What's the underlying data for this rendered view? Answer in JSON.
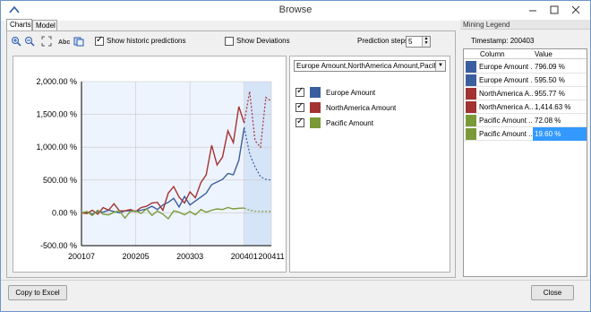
{
  "window": {
    "title": "Browse"
  },
  "tabs": [
    {
      "label": "Charts"
    },
    {
      "label": "Model"
    }
  ],
  "toolbar": {
    "show_historic_label": "Show historic predictions",
    "show_historic_checked": true,
    "show_deviations_label": "Show Deviations",
    "show_deviations_checked": false,
    "prediction_steps_label": "Prediction steps",
    "prediction_steps_value": "5"
  },
  "chart_select": {
    "value": "Europe Amount,NorthAmerica Amount,Pacific Amount"
  },
  "legend": [
    {
      "label": "Europe Amount",
      "checked": true,
      "color": "#3a5f9e"
    },
    {
      "label": "NorthAmerica Amount",
      "checked": true,
      "color": "#a33232"
    },
    {
      "label": "Pacific Amount",
      "checked": true,
      "color": "#7a9a3a"
    }
  ],
  "chart_data": {
    "type": "line",
    "x_ticks": [
      "200107",
      "200205",
      "200303",
      "200401",
      "200411"
    ],
    "y_ticks": [
      "2,000.00 %",
      "1,500.00 %",
      "1,000.00 %",
      "500.00 %",
      "0.00 %",
      "-500.00 %"
    ],
    "ylim": [
      -500,
      2000
    ],
    "series": [
      {
        "name": "Europe Amount",
        "color": "#3a5f9e",
        "values": [
          0,
          10,
          -20,
          20,
          10,
          40,
          20,
          0,
          30,
          30,
          20,
          40,
          60,
          100,
          50,
          120,
          160,
          220,
          90,
          250,
          120,
          180,
          240,
          300,
          430,
          470,
          510,
          600,
          580,
          800,
          1300,
          null,
          null,
          null,
          null,
          null
        ],
        "predicted": [
          null,
          null,
          null,
          null,
          null,
          null,
          null,
          null,
          null,
          null,
          null,
          null,
          null,
          null,
          null,
          null,
          null,
          null,
          null,
          null,
          null,
          null,
          null,
          null,
          null,
          null,
          null,
          null,
          null,
          null,
          1300,
          900,
          700,
          550,
          510,
          500
        ]
      },
      {
        "name": "NorthAmerica Amount",
        "color": "#a33232",
        "values": [
          0,
          -10,
          40,
          -20,
          80,
          40,
          140,
          30,
          30,
          50,
          20,
          80,
          100,
          150,
          160,
          40,
          300,
          400,
          240,
          150,
          320,
          230,
          460,
          580,
          1030,
          730,
          850,
          1250,
          1070,
          1620,
          1370,
          null,
          null,
          null,
          null,
          null
        ],
        "predicted": [
          null,
          null,
          null,
          null,
          null,
          null,
          null,
          null,
          null,
          null,
          null,
          null,
          null,
          null,
          null,
          null,
          null,
          null,
          null,
          null,
          null,
          null,
          null,
          null,
          null,
          null,
          null,
          null,
          null,
          null,
          1370,
          1850,
          1100,
          1000,
          1760,
          1700
        ]
      },
      {
        "name": "Pacific Amount",
        "color": "#7a9a3a",
        "values": [
          0,
          20,
          -40,
          40,
          -20,
          -30,
          10,
          30,
          -80,
          20,
          30,
          -10,
          60,
          -40,
          30,
          -20,
          -90,
          30,
          10,
          -30,
          20,
          -30,
          50,
          10,
          40,
          60,
          50,
          80,
          60,
          70,
          72,
          null,
          null,
          null,
          null,
          null
        ],
        "predicted": [
          null,
          null,
          null,
          null,
          null,
          null,
          null,
          null,
          null,
          null,
          null,
          null,
          null,
          null,
          null,
          null,
          null,
          null,
          null,
          null,
          null,
          null,
          null,
          null,
          null,
          null,
          null,
          null,
          null,
          null,
          72,
          40,
          25,
          20,
          20,
          20
        ]
      }
    ]
  },
  "mining_legend": {
    "title": "Mining Legend",
    "timestamp": "Timestamp: 200403",
    "col_column": "Column",
    "col_value": "Value",
    "rows": [
      {
        "column": "Europe Amount ...",
        "value": "796.09 %",
        "color": "#3a5f9e"
      },
      {
        "column": "Europe Amount ...",
        "value": "595.50 %",
        "color": "#3a5f9e"
      },
      {
        "column": "NorthAmerica A...",
        "value": "955.77 %",
        "color": "#a33232"
      },
      {
        "column": "NorthAmerica A...",
        "value": "1,414.63 %",
        "color": "#a33232"
      },
      {
        "column": "Pacific Amount ...",
        "value": "72.08 %",
        "color": "#7a9a3a"
      },
      {
        "column": "Pacific Amount ...",
        "value": "19.60 %",
        "color": "#7a9a3a",
        "selected": true
      }
    ]
  },
  "buttons": {
    "copy": "Copy to Excel",
    "close": "Close"
  }
}
